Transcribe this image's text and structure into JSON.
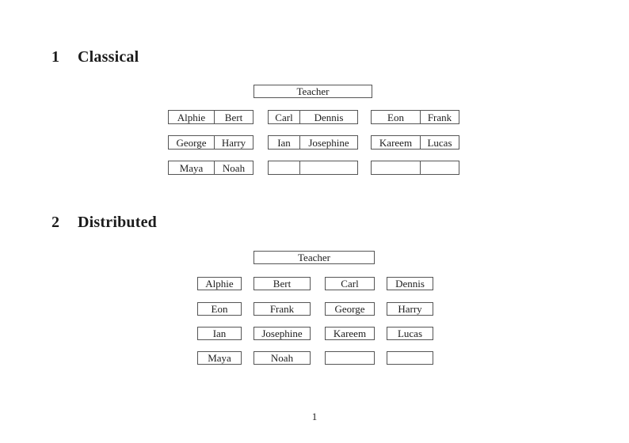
{
  "document": {
    "page_number": "1"
  },
  "colors": {
    "text": "#1c1c1c",
    "border": "#555555",
    "background": "#ffffff"
  },
  "sections": [
    {
      "number": "1",
      "title": "Classical",
      "teacher_label": "Teacher",
      "desks": [
        [
          [
            "Alphie",
            "Bert"
          ],
          [
            "Carl",
            "Dennis"
          ],
          [
            "Eon",
            "Frank"
          ]
        ],
        [
          [
            "George",
            "Harry"
          ],
          [
            "Ian",
            "Josephine"
          ],
          [
            "Kareem",
            "Lucas"
          ]
        ],
        [
          [
            "Maya",
            "Noah"
          ],
          [
            "",
            ""
          ],
          [
            "",
            ""
          ]
        ]
      ]
    },
    {
      "number": "2",
      "title": "Distributed",
      "teacher_label": "Teacher",
      "desks": [
        [
          "Alphie",
          "Bert",
          "Carl",
          "Dennis"
        ],
        [
          "Eon",
          "Frank",
          "George",
          "Harry"
        ],
        [
          "Ian",
          "Josephine",
          "Kareem",
          "Lucas"
        ],
        [
          "Maya",
          "Noah",
          "",
          ""
        ]
      ]
    }
  ]
}
